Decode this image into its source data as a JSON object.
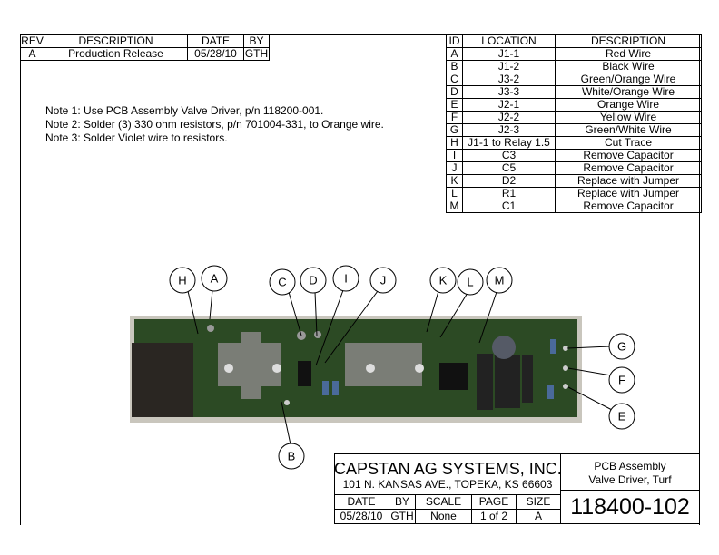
{
  "revision_table": {
    "headers": [
      "REV",
      "DESCRIPTION",
      "DATE",
      "BY"
    ],
    "rows": [
      [
        "A",
        "Production Release",
        "05/28/10",
        "GTH"
      ]
    ]
  },
  "id_table": {
    "headers": [
      "ID",
      "LOCATION",
      "DESCRIPTION"
    ],
    "rows": [
      [
        "A",
        "J1-1",
        "Red Wire"
      ],
      [
        "B",
        "J1-2",
        "Black Wire"
      ],
      [
        "C",
        "J3-2",
        "Green/Orange Wire"
      ],
      [
        "D",
        "J3-3",
        "White/Orange Wire"
      ],
      [
        "E",
        "J2-1",
        "Orange Wire"
      ],
      [
        "F",
        "J2-2",
        "Yellow Wire"
      ],
      [
        "G",
        "J2-3",
        "Green/White Wire"
      ],
      [
        "H",
        "J1-1 to Relay 1.5",
        "Cut Trace"
      ],
      [
        "I",
        "C3",
        "Remove Capacitor"
      ],
      [
        "J",
        "C5",
        "Remove Capacitor"
      ],
      [
        "K",
        "D2",
        "Replace with Jumper"
      ],
      [
        "L",
        "R1",
        "Replace with Jumper"
      ],
      [
        "M",
        "C1",
        "Remove Capacitor"
      ]
    ]
  },
  "notes": [
    "Note 1: Use PCB Assembly Valve Driver, p/n 118200-001.",
    "Note 2: Solder (3) 330 ohm resistors, p/n 701004-331,  to Orange wire.",
    "Note 3: Solder Violet wire to resistors."
  ],
  "callouts": [
    "H",
    "A",
    "C",
    "D",
    "I",
    "J",
    "K",
    "L",
    "M",
    "G",
    "F",
    "E",
    "B"
  ],
  "title_block": {
    "company": "CAPSTAN AG SYSTEMS, INC.",
    "address": "101 N. KANSAS AVE., TOPEKA, KS 66603",
    "title_line1": "PCB Assembly",
    "title_line2": "Valve Driver, Turf",
    "headers": [
      "DATE",
      "BY",
      "SCALE",
      "PAGE",
      "SIZE"
    ],
    "values": [
      "05/28/10",
      "GTH",
      "None",
      "1 of 2",
      "A"
    ],
    "drawing_number": "118400-102"
  }
}
